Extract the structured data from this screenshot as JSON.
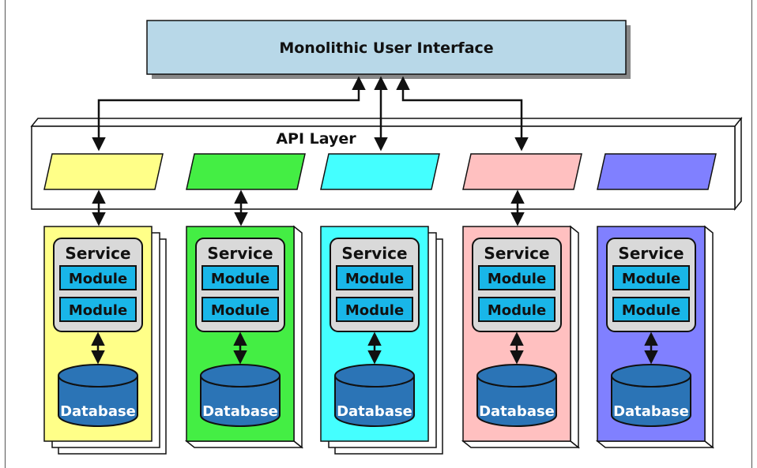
{
  "ui": {
    "label": "Monolithic User Interface",
    "fill": "#b8d8e8"
  },
  "api_layer": {
    "label": "API Layer"
  },
  "service_label": "Service",
  "module_label": "Module",
  "database_label": "Database",
  "colors": {
    "module": "#19b6e8",
    "database": "#2b74b6",
    "service_box": "#d9d9d9",
    "arrow": "#111111"
  },
  "columns": [
    {
      "color": "#ffff88",
      "stacked": true
    },
    {
      "color": "#44ee44",
      "stacked": false
    },
    {
      "color": "#44ffff",
      "stacked": true
    },
    {
      "color": "#ffc0c0",
      "stacked": false
    },
    {
      "color": "#8080ff",
      "stacked": false
    }
  ]
}
